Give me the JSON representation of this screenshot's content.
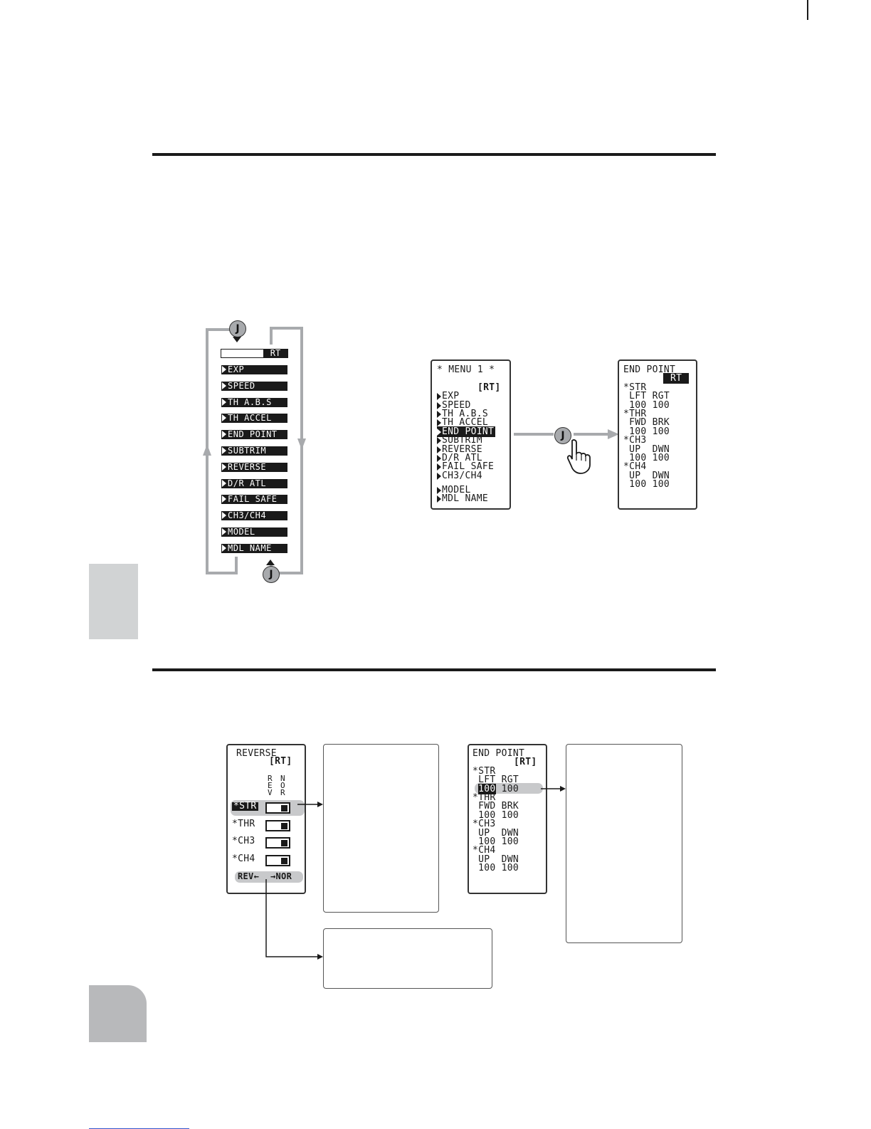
{
  "menu_list": {
    "rt_label": "RT",
    "items": [
      "EXP",
      "SPEED",
      "TH A.B.S",
      "TH ACCEL",
      "END POINT",
      "SUBTRIM",
      "REVERSE",
      "D/R ATL",
      "FAIL SAFE",
      "CH3/CH4",
      "MODEL",
      "MDL NAME"
    ],
    "jog_top": "J",
    "jog_bottom": "J"
  },
  "menu1_screen": {
    "title": "* MENU 1 *",
    "model": "[RT]",
    "items": [
      "EXP",
      "SPEED",
      "TH A.B.S",
      "TH ACCEL",
      "END POINT",
      "SUBTRIM",
      "REVERSE",
      "D/R ATL",
      "FAIL SAFE",
      "CH3/CH4"
    ],
    "items2": [
      "MODEL",
      "MDL NAME"
    ],
    "selected": "END POINT"
  },
  "jog_middle": "J",
  "endpoint_screen": {
    "title": "END POINT",
    "model": "RT",
    "lines": [
      "*STR",
      " LFT RGT",
      " 100 100",
      "*THR",
      " FWD BRK",
      " 100 100",
      "*CH3",
      " UP  DWN",
      " 100 100",
      "*CH4",
      " UP  DWN",
      " 100 100"
    ]
  },
  "reverse_screen": {
    "title": "REVERSE",
    "model": "[RT]",
    "col_rev": "REV",
    "col_nor": "NOR",
    "rows": [
      "*STR",
      "*THR",
      "*CH3",
      "*CH4"
    ],
    "footer_rev": "REV←",
    "footer_nor": "→NOR"
  },
  "endpoint_screen2": {
    "title": "END POINT",
    "model": "[RT]",
    "lines": [
      "*STR",
      " LFT RGT",
      " 100 100",
      "*THR",
      " FWD BRK",
      " 100 100",
      "*CH3",
      " UP  DWN",
      " 100 100",
      "*CH4",
      " UP  DWN",
      " 100 100"
    ]
  }
}
